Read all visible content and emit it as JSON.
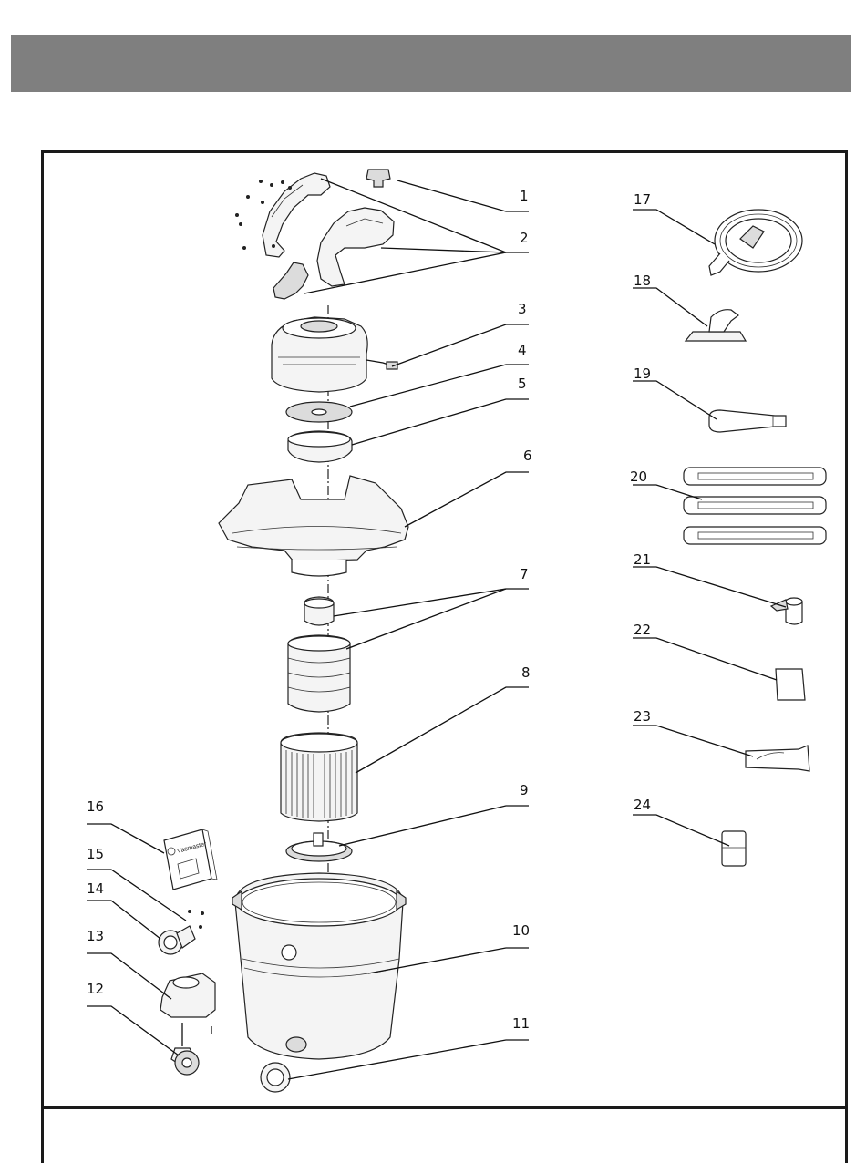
{
  "header": {
    "title": ""
  },
  "diagram": {
    "callouts": [
      "1",
      "2",
      "3",
      "4",
      "5",
      "6",
      "7",
      "8",
      "9",
      "10",
      "11",
      "12",
      "13",
      "14",
      "15",
      "16",
      "17",
      "18",
      "19",
      "20",
      "21",
      "22",
      "23",
      "24"
    ],
    "manual_brand": "Vacmaster"
  }
}
